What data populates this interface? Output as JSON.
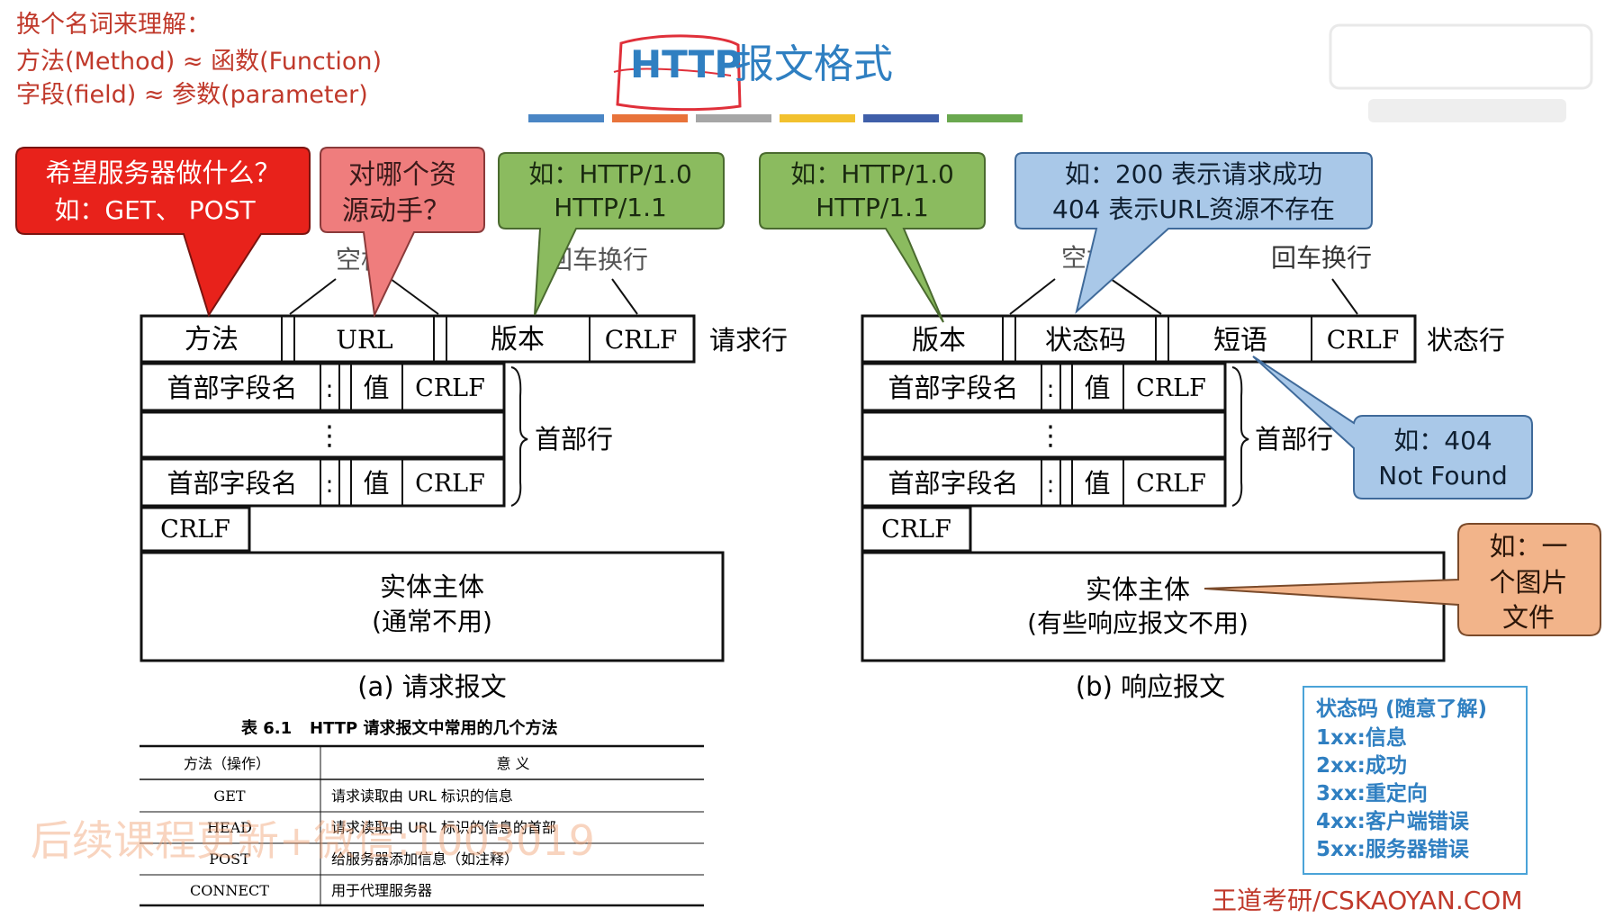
{
  "intro": {
    "line1": "换个名词来理解：",
    "line2": "方法(Method) ≈ 函数(Function)",
    "line3": "字段(field) ≈ 参数(parameter)"
  },
  "title": {
    "part1": "HTTP",
    "part2": "报文格式"
  },
  "colors": {
    "accent_blue": "#2f7fc1",
    "title_stripes": [
      "#4a86c5",
      "#e8733a",
      "#a6a6a6",
      "#f2c12e",
      "#3f5fa9",
      "#6aa84f"
    ],
    "red_callout": "#e8221b",
    "pink_callout": "#ef7d7d",
    "green_callout": "#8bbb5f",
    "blue_callout": "#a9c8e8",
    "orange_callout": "#f2b48a",
    "brand_red": "#c0392b"
  },
  "request": {
    "line_cells": {
      "method": "方法",
      "url": "URL",
      "version": "版本",
      "crlf": "CRLF"
    },
    "line_label": "请求行",
    "space_label": "空格",
    "crlf_label": "回车换行",
    "header_row": {
      "name": "首部字段名",
      "colon": ":",
      "value": "值",
      "crlf": "CRLF"
    },
    "vdots": "⋮",
    "header_label": "首部行",
    "blank_crlf": "CRLF",
    "body_line1": "实体主体",
    "body_line2": "(通常不用)",
    "caption": "(a) 请求报文"
  },
  "response": {
    "line_cells": {
      "version": "版本",
      "status": "状态码",
      "phrase": "短语",
      "crlf": "CRLF"
    },
    "line_label": "状态行",
    "space_label": "空格",
    "crlf_label": "回车换行",
    "header_row": {
      "name": "首部字段名",
      "colon": ":",
      "value": "值",
      "crlf": "CRLF"
    },
    "vdots": "⋮",
    "header_label": "首部行",
    "blank_crlf": "CRLF",
    "body_line1": "实体主体",
    "body_line2": "(有些响应报文不用)",
    "caption": "(b) 响应报文"
  },
  "callouts": {
    "method": {
      "line1": "希望服务器做什么？",
      "line2": "如：GET、 POST"
    },
    "resource": {
      "line1": "对哪个资",
      "line2": "源动手？"
    },
    "req_version": {
      "line1": "如：HTTP/1.0",
      "line2": "HTTP/1.1"
    },
    "resp_version": {
      "line1": "如：HTTP/1.0",
      "line2": "HTTP/1.1"
    },
    "status": {
      "line1": "如：200 表示请求成功",
      "line2": "404 表示URL资源不存在"
    },
    "phrase": {
      "line1": "如：404",
      "line2": "Not Found"
    },
    "body": {
      "line1": "如：一",
      "line2": "个图片",
      "line3": "文件"
    }
  },
  "table": {
    "caption_num": "表 6.1",
    "caption_text": "HTTP 请求报文中常用的几个方法",
    "col1": "方法（操作）",
    "col2": "意 义",
    "rows": [
      {
        "method": "GET",
        "meaning": "请求读取由 URL 标识的信息"
      },
      {
        "method": "HEAD",
        "meaning": "请求读取由 URL 标识的信息的首部"
      },
      {
        "method": "POST",
        "meaning": "给服务器添加信息（如注释）"
      },
      {
        "method": "CONNECT",
        "meaning": "用于代理服务器"
      }
    ]
  },
  "status_codes": {
    "title": "状态码 (随意了解)",
    "items": [
      "1xx:信息",
      "2xx:成功",
      "3xx:重定向",
      "4xx:客户端错误",
      "5xx:服务器错误"
    ]
  },
  "watermark": "后续课程更新+微信:1003019",
  "brand": "王道考研/CSKAOYAN.COM"
}
